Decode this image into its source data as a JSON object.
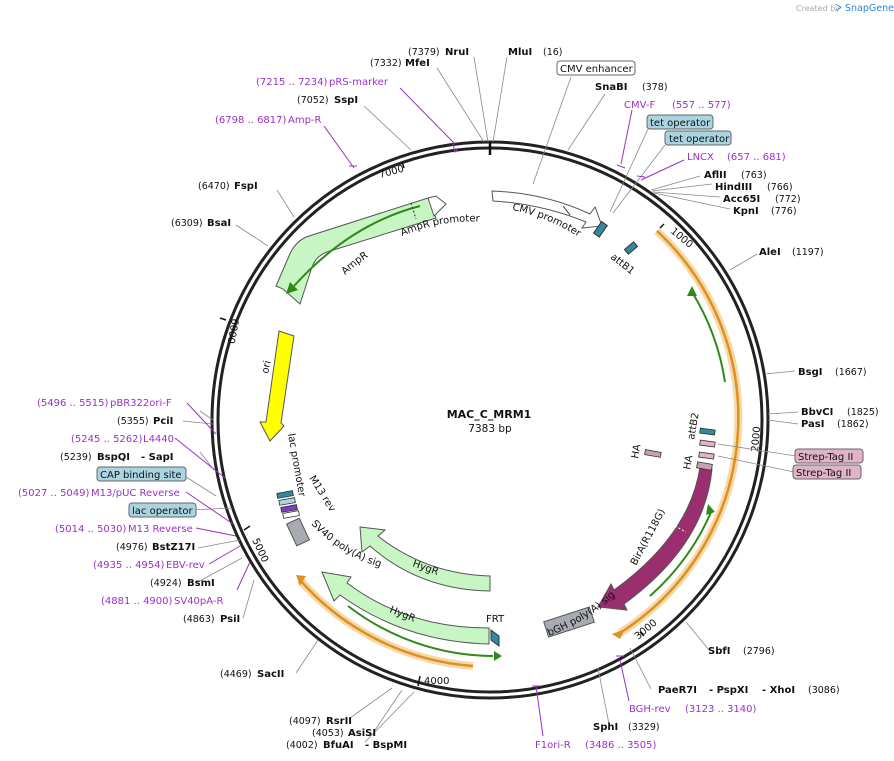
{
  "credit": {
    "prefix": "Created by",
    "brand": "SnapGene"
  },
  "plasmid": {
    "name": "MAC_C_MRM1",
    "length": "7383 bp"
  },
  "ticks": [
    "1000",
    "2000",
    "3000",
    "4000",
    "5000",
    "6000",
    "7000"
  ],
  "enzymes": [
    {
      "name": "NruI",
      "pos": "(7379)"
    },
    {
      "name": "MluI",
      "pos": "(16)"
    },
    {
      "name": "MfeI",
      "pos": "(7332)"
    },
    {
      "name": "SnaBI",
      "pos": "(378)"
    },
    {
      "name": "SspI",
      "pos": "(7052)"
    },
    {
      "name": "AflII",
      "pos": "(763)"
    },
    {
      "name": "HindIII",
      "pos": "(766)"
    },
    {
      "name": "Acc65I",
      "pos": "(772)"
    },
    {
      "name": "KpnI",
      "pos": "(776)"
    },
    {
      "name": "FspI",
      "pos": "(6470)"
    },
    {
      "name": "BsaI",
      "pos": "(6309)"
    },
    {
      "name": "AleI",
      "pos": "(1197)"
    },
    {
      "name": "BsgI",
      "pos": "(1667)"
    },
    {
      "name": "BbvCI",
      "pos": "(1825)"
    },
    {
      "name": "PasI",
      "pos": "(1862)"
    },
    {
      "name": "PciI",
      "pos": "(5355)"
    },
    {
      "name": "BspQI",
      "pos": "(5239)",
      "extra": "- SapI"
    },
    {
      "name": "BstZ17I",
      "pos": "(4976)"
    },
    {
      "name": "BsmI",
      "pos": "(4924)"
    },
    {
      "name": "PsiI",
      "pos": "(4863)"
    },
    {
      "name": "SbfI",
      "pos": "(2796)"
    },
    {
      "name": "SacII",
      "pos": "(4469)"
    },
    {
      "name": "PaeR7I",
      "pos": "(3086)",
      "extra1": "- PspXI",
      "extra2": "- XhoI"
    },
    {
      "name": "SphI",
      "pos": "(3329)"
    },
    {
      "name": "RsrII",
      "pos": "(4097)"
    },
    {
      "name": "AsiSI",
      "pos": "(4053)"
    },
    {
      "name": "BfuAI",
      "pos": "(4002)",
      "extra": "- BspMI"
    }
  ],
  "primers": [
    {
      "name": "pRS-marker",
      "range": "(7215 .. 7234)"
    },
    {
      "name": "Amp-R",
      "range": "(6798 .. 6817)"
    },
    {
      "name": "CMV-F",
      "range": "(557 .. 577)"
    },
    {
      "name": "LNCX",
      "range": "(657 .. 681)"
    },
    {
      "name": "pBR322ori-F",
      "range": "(5496 .. 5515)"
    },
    {
      "name": "L4440",
      "range": "(5245 .. 5262)"
    },
    {
      "name": "M13/pUC Reverse",
      "range": "(5027 .. 5049)"
    },
    {
      "name": "M13 Reverse",
      "range": "(5014 .. 5030)"
    },
    {
      "name": "EBV-rev",
      "range": "(4935 .. 4954)"
    },
    {
      "name": "SV40pA-R",
      "range": "(4881 .. 4900)"
    },
    {
      "name": "BGH-rev",
      "range": "(3123 .. 3140)"
    },
    {
      "name": "F1ori-R",
      "range": "(3486 .. 3505)"
    }
  ],
  "boxed_features": [
    {
      "name": "CMV enhancer"
    },
    {
      "name": "tet operator"
    },
    {
      "name": "tet operator"
    },
    {
      "name": "CAP binding site"
    },
    {
      "name": "lac operator"
    },
    {
      "name": "Strep-Tag II"
    },
    {
      "name": "Strep-Tag II"
    }
  ],
  "inner_features": [
    {
      "name": "AmpR promoter"
    },
    {
      "name": "AmpR"
    },
    {
      "name": "CMV promoter"
    },
    {
      "name": "attB1"
    },
    {
      "name": "ori"
    },
    {
      "name": "lac promoter"
    },
    {
      "name": "M13 rev"
    },
    {
      "name": "SV40 poly(A) signal"
    },
    {
      "name": "HygR"
    },
    {
      "name": "HygR"
    },
    {
      "name": "FRT"
    },
    {
      "name": "bGH poly(A) signal"
    },
    {
      "name": "BirA(R118G)"
    },
    {
      "name": "HA"
    },
    {
      "name": "HA"
    },
    {
      "name": "attB2"
    }
  ],
  "colors": {
    "primer": "#9b30c8",
    "ampr_fill": "#c8f5c4",
    "ori_fill": "#ffff00",
    "bira_fill": "#9b2e6e",
    "teal": "#2e8a9c",
    "box_blue": "#a9d4e0",
    "box_pink": "#e0b4c6",
    "orange": "#f0a030",
    "green_line": "#2f8a16"
  }
}
